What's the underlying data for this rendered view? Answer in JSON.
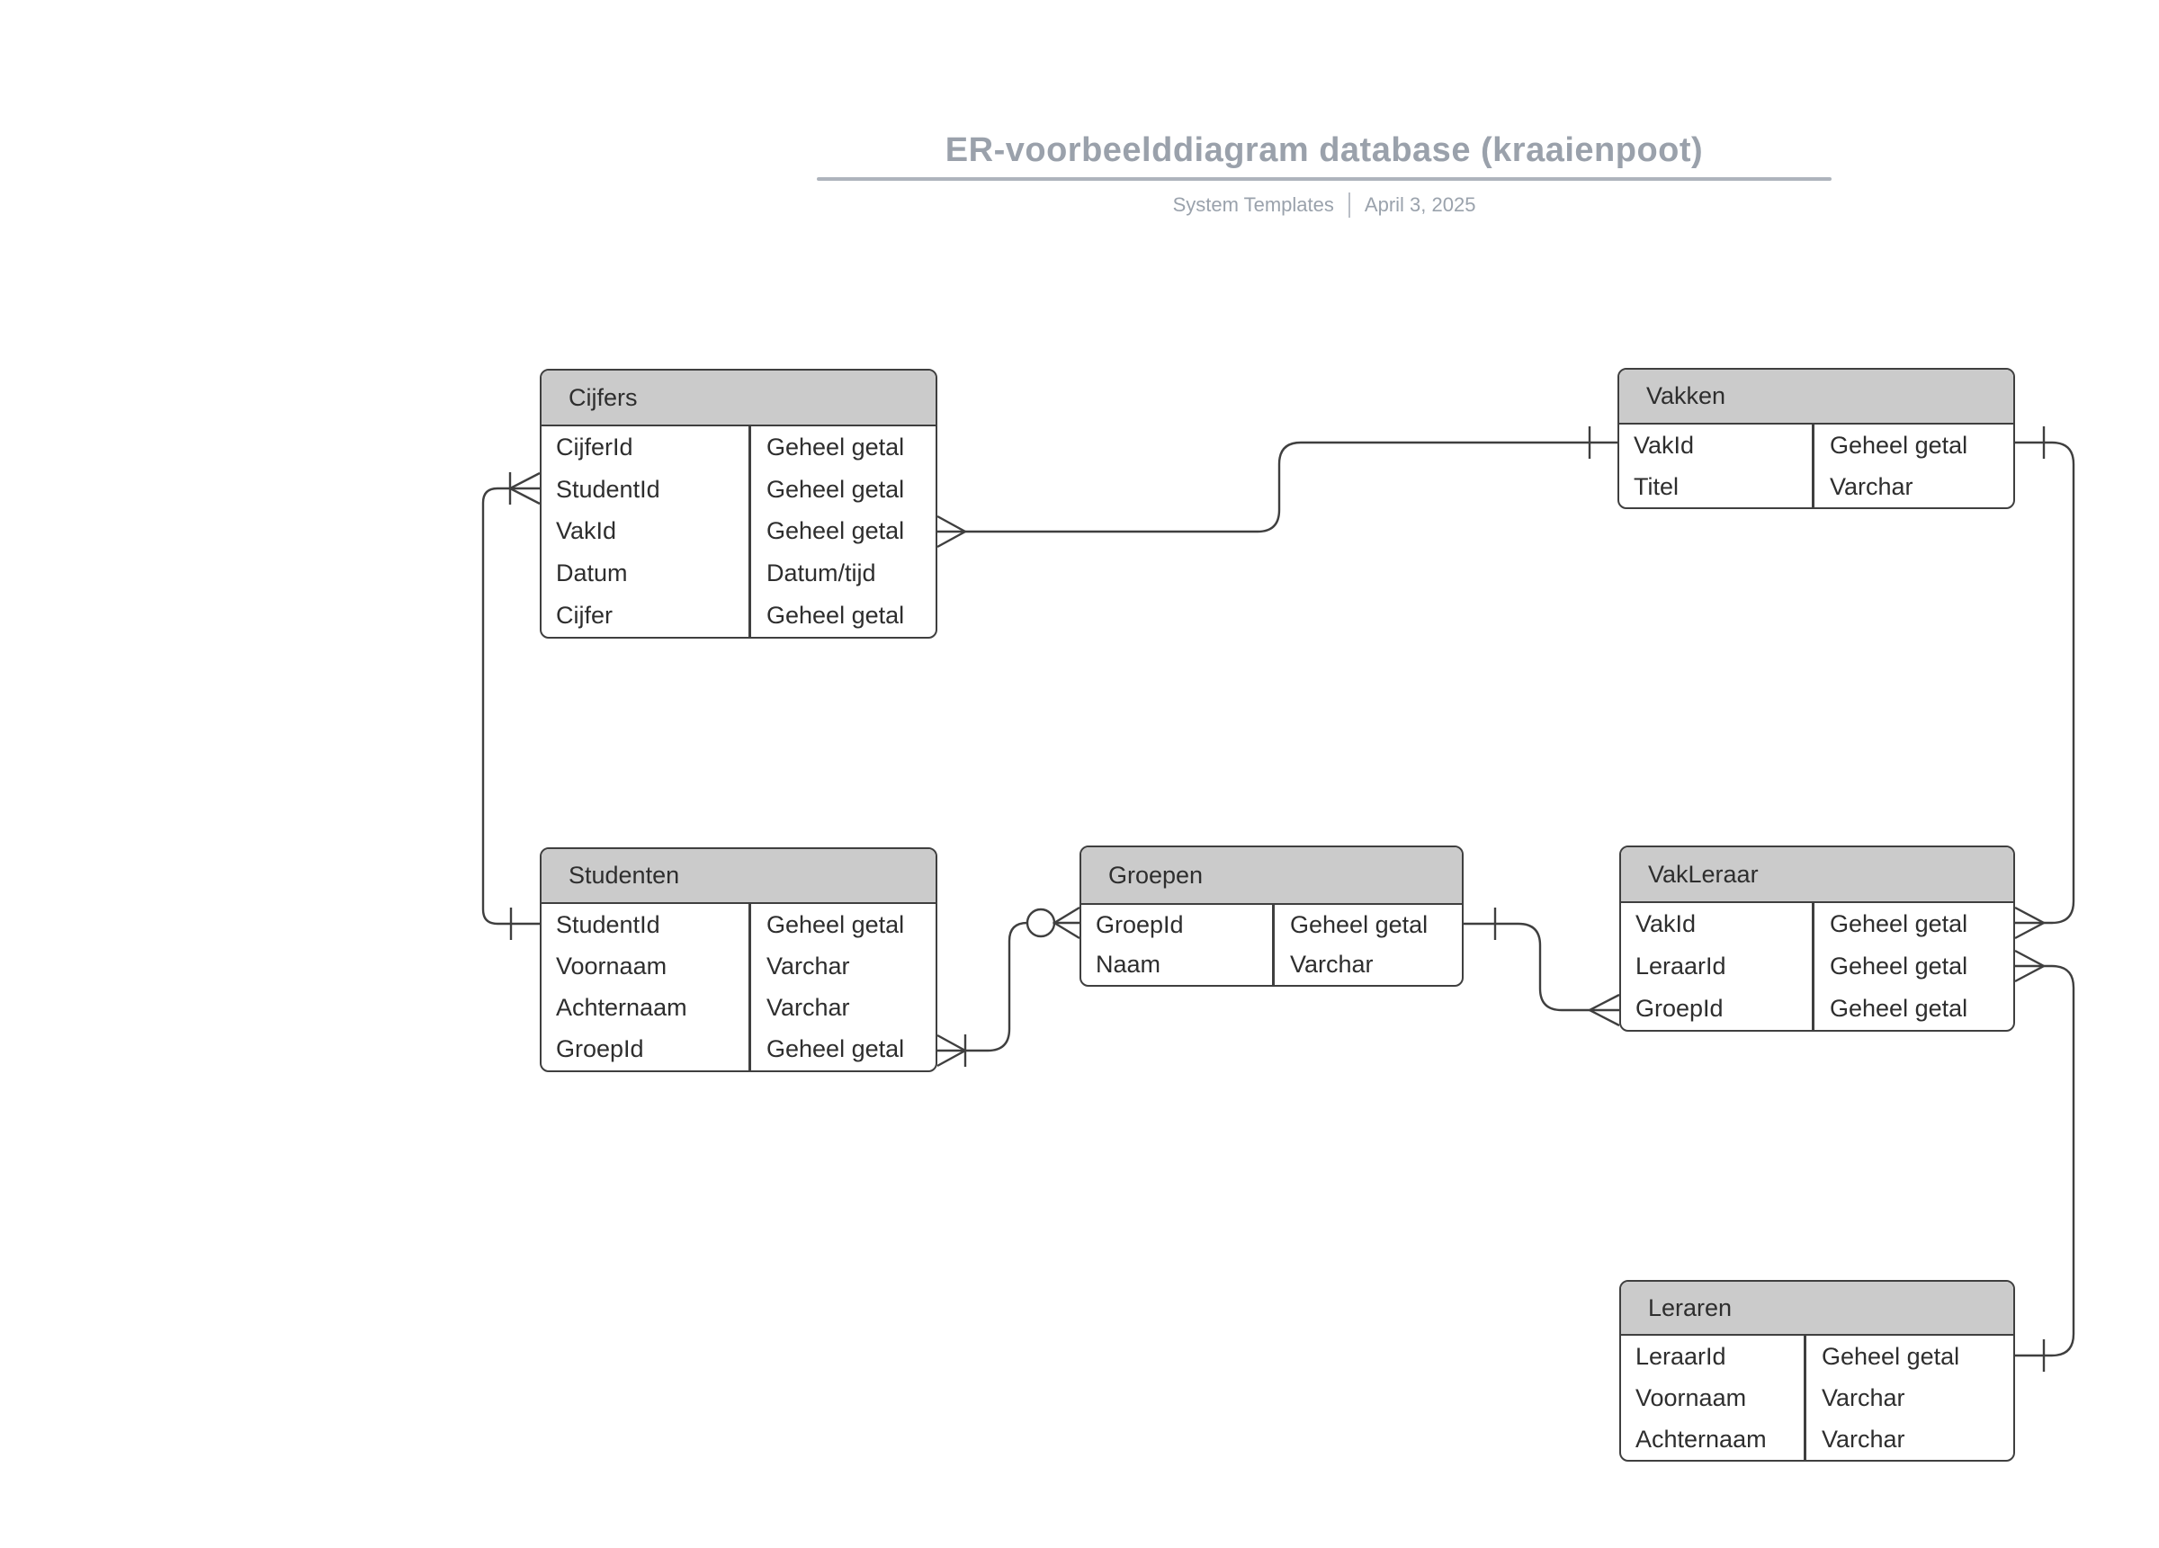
{
  "header": {
    "title": "ER-voorbeelddiagram database (kraaienpoot)",
    "subtitle_left": "System Templates",
    "subtitle_right": "April 3, 2025"
  },
  "colors": {
    "entity_header_fill": "#cbcbcb",
    "entity_border": "#3f3f3f",
    "entity_text": "#2e2e2e",
    "title_text": "#9aa1ab",
    "title_rule": "#aeb4bc",
    "background": "#ffffff"
  },
  "tables": {
    "cijfers": {
      "title": "Cijfers",
      "rows": [
        {
          "name": "CijferId",
          "type": "Geheel getal"
        },
        {
          "name": "StudentId",
          "type": "Geheel getal"
        },
        {
          "name": "VakId",
          "type": "Geheel getal"
        },
        {
          "name": "Datum",
          "type": "Datum/tijd"
        },
        {
          "name": "Cijfer",
          "type": "Geheel getal"
        }
      ]
    },
    "vakken": {
      "title": "Vakken",
      "rows": [
        {
          "name": "VakId",
          "type": "Geheel getal"
        },
        {
          "name": "Titel",
          "type": "Varchar"
        }
      ]
    },
    "studenten": {
      "title": "Studenten",
      "rows": [
        {
          "name": "StudentId",
          "type": "Geheel getal"
        },
        {
          "name": "Voornaam",
          "type": "Varchar"
        },
        {
          "name": "Achternaam",
          "type": "Varchar"
        },
        {
          "name": "GroepId",
          "type": "Geheel getal"
        }
      ]
    },
    "groepen": {
      "title": "Groepen",
      "rows": [
        {
          "name": "GroepId",
          "type": "Geheel getal"
        },
        {
          "name": "Naam",
          "type": "Varchar"
        }
      ]
    },
    "vakleraar": {
      "title": "VakLeraar",
      "rows": [
        {
          "name": "VakId",
          "type": "Geheel getal"
        },
        {
          "name": "LeraarId",
          "type": "Geheel getal"
        },
        {
          "name": "GroepId",
          "type": "Geheel getal"
        }
      ]
    },
    "leraren": {
      "title": "Leraren",
      "rows": [
        {
          "name": "LeraarId",
          "type": "Geheel getal"
        },
        {
          "name": "Voornaam",
          "type": "Varchar"
        },
        {
          "name": "Achternaam",
          "type": "Varchar"
        }
      ]
    }
  },
  "relationships": [
    {
      "from": "Cijfers",
      "from_attribute": "StudentId",
      "from_cardinality": "one-or-many",
      "to": "Studenten",
      "to_attribute": "StudentId",
      "to_cardinality": "one"
    },
    {
      "from": "Cijfers",
      "from_attribute": "VakId",
      "from_cardinality": "many",
      "to": "Vakken",
      "to_attribute": "VakId",
      "to_cardinality": "one"
    },
    {
      "from": "Studenten",
      "from_attribute": "GroepId",
      "from_cardinality": "one-or-many",
      "to": "Groepen",
      "to_attribute": "GroepId",
      "to_cardinality": "zero-or-many"
    },
    {
      "from": "VakLeraar",
      "from_attribute": "GroepId",
      "from_cardinality": "many",
      "to": "Groepen",
      "to_attribute": "GroepId",
      "to_cardinality": "one"
    },
    {
      "from": "VakLeraar",
      "from_attribute": "VakId",
      "from_cardinality": "many",
      "to": "Vakken",
      "to_attribute": "VakId",
      "to_cardinality": "one"
    },
    {
      "from": "VakLeraar",
      "from_attribute": "LeraarId",
      "from_cardinality": "many",
      "to": "Leraren",
      "to_attribute": "LeraarId",
      "to_cardinality": "one"
    }
  ]
}
